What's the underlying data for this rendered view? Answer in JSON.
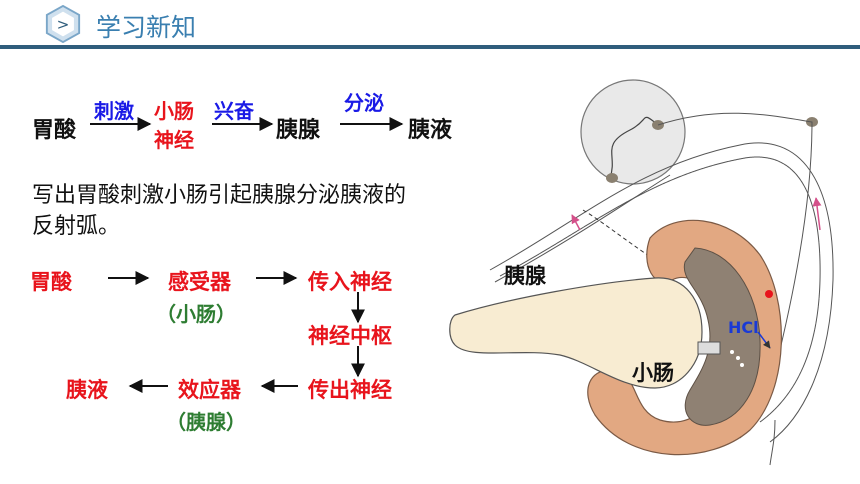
{
  "header": {
    "title": "学习新知",
    "icon": "chevron-right-icon",
    "accent": "#2f5d7c"
  },
  "chain": {
    "stomach_acid": "胃酸",
    "stimulate": "刺激",
    "small_intestine_nerve_1": "小肠",
    "small_intestine_nerve_2": "神经",
    "excite": "兴奋",
    "pancreas": "胰腺",
    "secrete": "分泌",
    "pancreatic_juice": "胰液"
  },
  "question": {
    "line1": "写出胃酸刺激小肠引起胰腺分泌胰液的",
    "line2": "反射弧。"
  },
  "reflex_arc": {
    "stimulus": "胃酸",
    "receptor": "感受器",
    "receptor_note": "（小肠）",
    "afferent": "传入神经",
    "center": "神经中枢",
    "efferent": "传出神经",
    "effector": "效应器",
    "effector_note": "（胰腺）",
    "result": "胰液"
  },
  "illustration": {
    "pancreas_label": "胰腺",
    "intestine_label": "小肠",
    "acid_label": "HCl"
  }
}
